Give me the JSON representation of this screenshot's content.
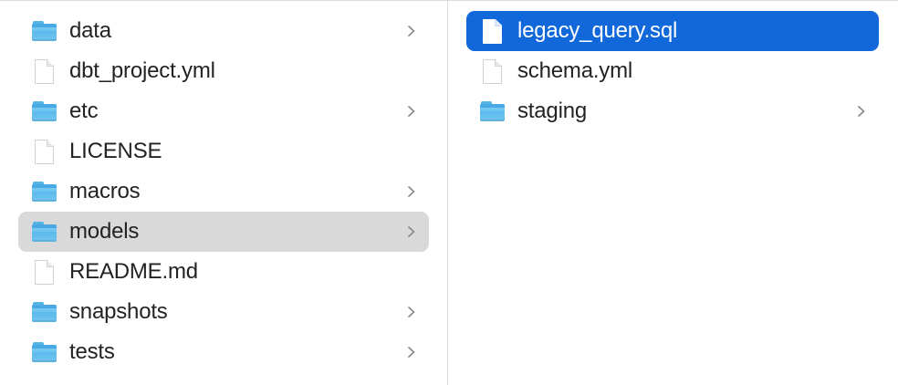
{
  "window": {
    "view_mode": "column-view",
    "background_color": "#ffffff",
    "selection_blue": "#1068da",
    "selection_gray": "#d9d9d9",
    "text_color": "#232323",
    "divider_color": "#dedede"
  },
  "columns": [
    {
      "name": "parent-column",
      "items": [
        {
          "label": "data",
          "kind": "folder",
          "icon": "folder-icon",
          "has_chevron": true,
          "selected": false
        },
        {
          "label": "dbt_project.yml",
          "kind": "document",
          "icon": "document-icon",
          "has_chevron": false,
          "selected": false
        },
        {
          "label": "etc",
          "kind": "folder",
          "icon": "folder-icon",
          "has_chevron": true,
          "selected": false
        },
        {
          "label": "LICENSE",
          "kind": "document",
          "icon": "document-icon",
          "has_chevron": false,
          "selected": false
        },
        {
          "label": "macros",
          "kind": "folder",
          "icon": "folder-icon",
          "has_chevron": true,
          "selected": false
        },
        {
          "label": "models",
          "kind": "folder",
          "icon": "folder-icon",
          "has_chevron": true,
          "selected": "gray"
        },
        {
          "label": "README.md",
          "kind": "document",
          "icon": "document-icon",
          "has_chevron": false,
          "selected": false
        },
        {
          "label": "snapshots",
          "kind": "folder",
          "icon": "folder-icon",
          "has_chevron": true,
          "selected": false
        },
        {
          "label": "tests",
          "kind": "folder",
          "icon": "folder-icon",
          "has_chevron": true,
          "selected": false
        }
      ]
    },
    {
      "name": "child-column",
      "items": [
        {
          "label": "legacy_query.sql",
          "kind": "document",
          "icon": "document-icon",
          "has_chevron": false,
          "selected": "blue"
        },
        {
          "label": "schema.yml",
          "kind": "document",
          "icon": "document-icon",
          "has_chevron": false,
          "selected": false
        },
        {
          "label": "staging",
          "kind": "folder",
          "icon": "folder-icon",
          "has_chevron": true,
          "selected": false
        }
      ]
    }
  ]
}
